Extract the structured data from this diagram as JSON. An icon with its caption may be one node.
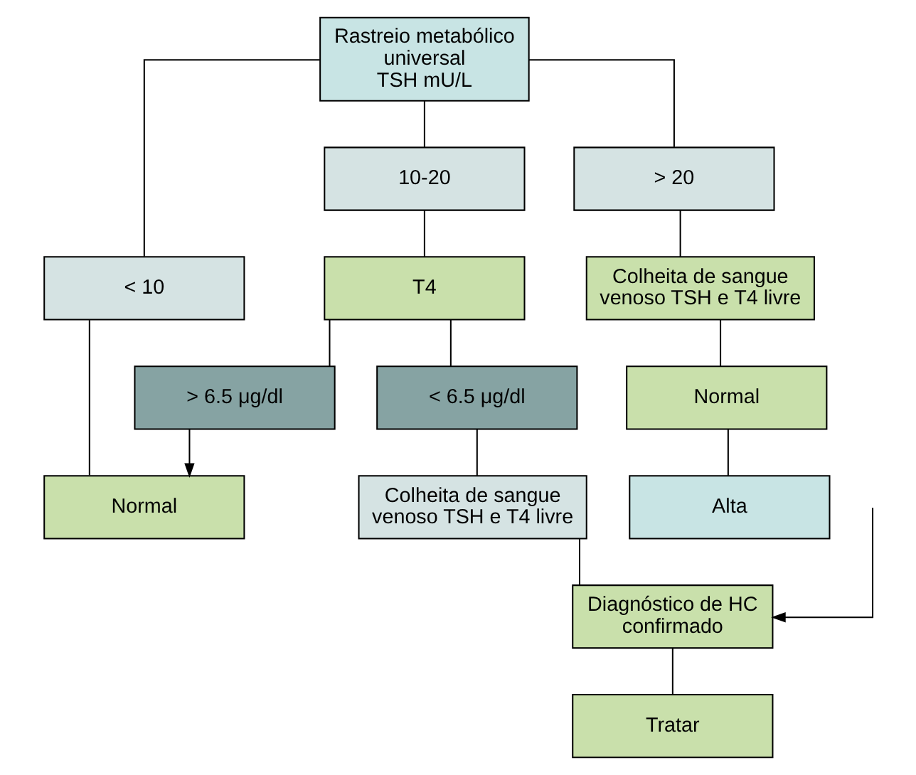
{
  "diagram": {
    "nodes": [
      {
        "text": [
          "Rastreio metabólico universal",
          "TSH mU/L"
        ]
      },
      {
        "text": [
          "< 10"
        ]
      },
      {
        "text": [
          "10-20"
        ]
      },
      {
        "text": [
          "> 20"
        ]
      },
      {
        "text": [
          "Normal"
        ]
      },
      {
        "text": [
          "T4"
        ]
      },
      {
        "text": [
          "Colheita de sangue venoso TSH e T4 livre"
        ]
      },
      {
        "text": [
          "> 6.5 μg/dl"
        ]
      },
      {
        "text": [
          "< 6.5 μg/dl"
        ]
      },
      {
        "text": [
          "Normal"
        ]
      },
      {
        "text": [
          "Colheita de sangue venoso TSH e T4 livre"
        ]
      },
      {
        "text": [
          "Alta"
        ]
      },
      {
        "text": [
          "Diagnóstico de HC confirmado"
        ]
      },
      {
        "text": [
          "Tratar"
        ]
      }
    ],
    "edges": [
      {
        "from": 0,
        "to": 1,
        "arrow": "none"
      },
      {
        "from": 0,
        "to": 2,
        "arrow": "none"
      },
      {
        "from": 0,
        "to": 3,
        "arrow": "none"
      },
      {
        "from": 1,
        "to": 4,
        "arrow": "none"
      },
      {
        "from": 2,
        "to": 5,
        "arrow": "none"
      },
      {
        "from": 3,
        "to": 6,
        "arrow": "none"
      },
      {
        "from": 5,
        "to": 7,
        "arrow": "none"
      },
      {
        "from": 5,
        "to": 8,
        "arrow": "none"
      },
      {
        "from": 7,
        "to": 4,
        "arrow": "to"
      },
      {
        "from": 6,
        "to": 9,
        "arrow": "none"
      },
      {
        "from": 8,
        "to": 10,
        "arrow": "none"
      },
      {
        "from": 9,
        "to": 11,
        "arrow": "none"
      },
      {
        "from": 10,
        "to": 12,
        "arrow": "none"
      },
      {
        "from": null,
        "to": 12,
        "arrow": "to"
      },
      {
        "from": 12,
        "to": 13,
        "arrow": "none"
      }
    ]
  }
}
